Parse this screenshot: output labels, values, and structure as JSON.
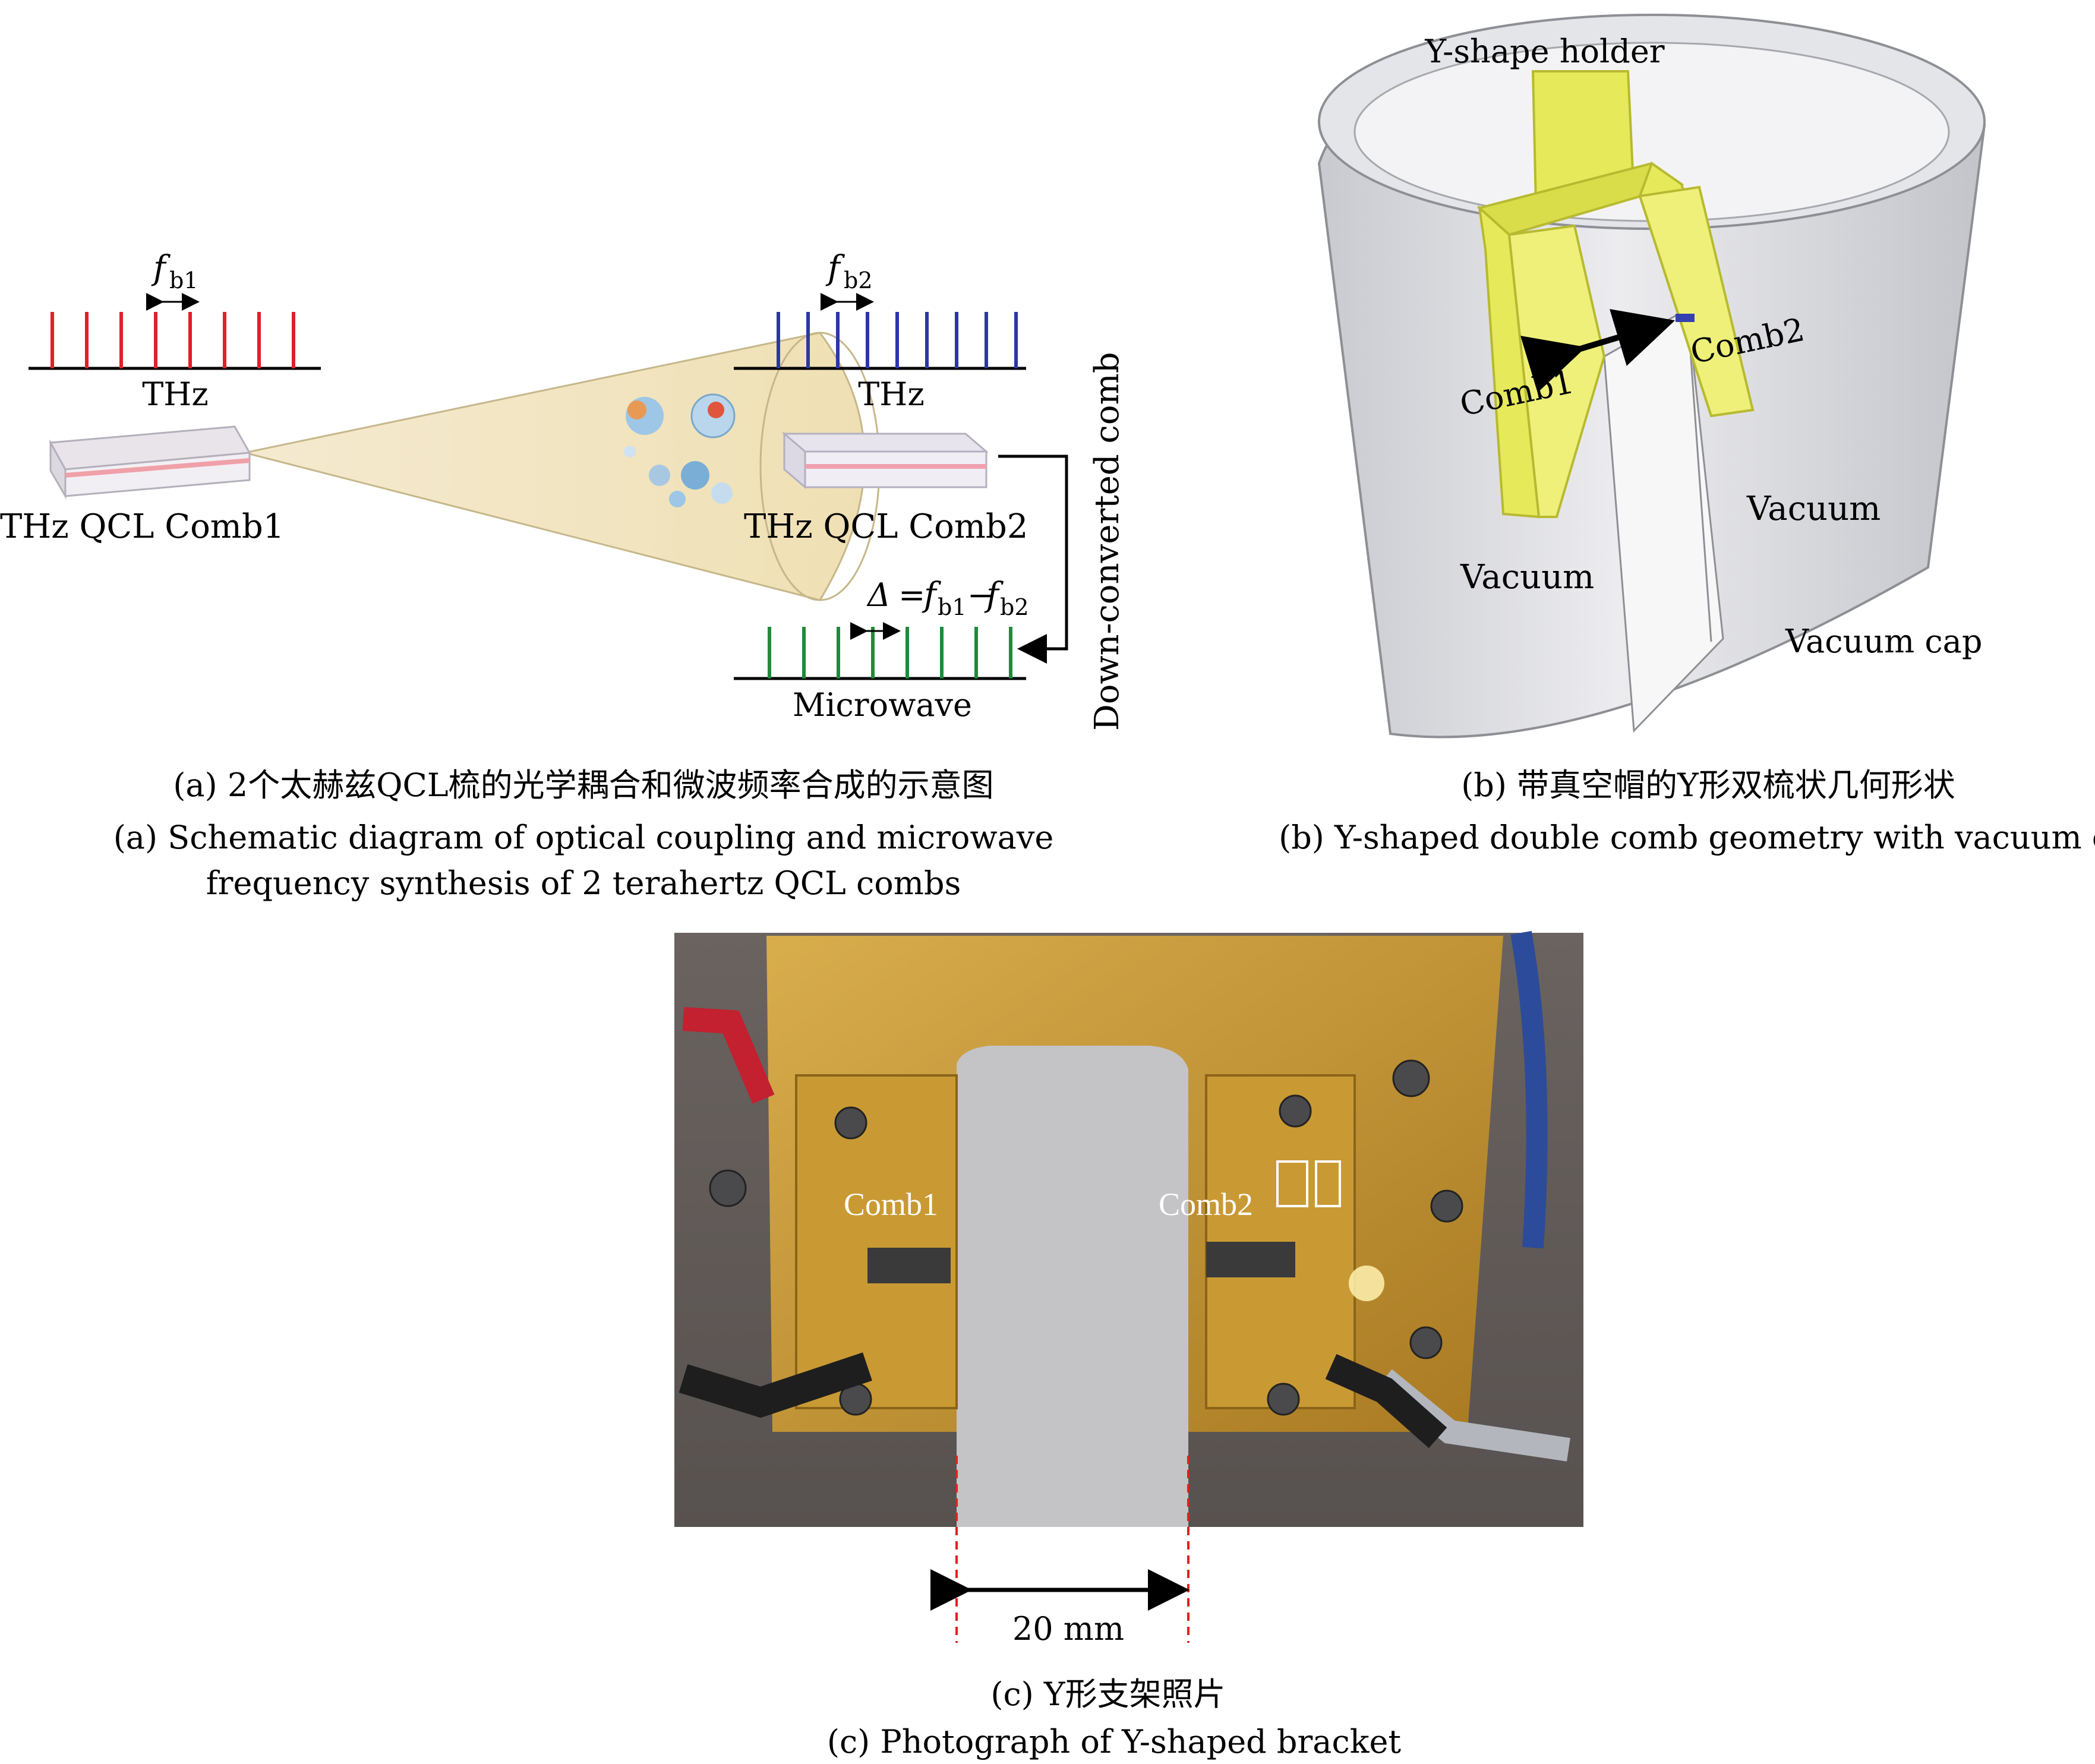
{
  "panel_a": {
    "fb1_main": "f",
    "fb1_sub": "b1",
    "fb2_main": "f",
    "fb2_sub": "b2",
    "thz_left": "THz",
    "thz_right": "THz",
    "comb1_label": "THz QCL Comb1",
    "comb2_label": "THz QCL Comb2",
    "downconverted_label": "Down-converted comb",
    "delta_symbol": "Δ",
    "delta_eq": " = ",
    "delta_f1": "f",
    "delta_sub1": "b1",
    "delta_minus": "−",
    "delta_f2": "f",
    "delta_sub2": "b2",
    "microwave_label": "Microwave",
    "caption_cn": "(a) 2个太赫兹QCL梳的光学耦合和微波频率合成的示意图",
    "caption_en_1": "(a) Schematic diagram of optical coupling and microwave",
    "caption_en_2": "frequency synthesis of 2 terahertz QCL combs",
    "colors": {
      "comb1": "#e0202a",
      "comb2": "#2b36a6",
      "microwave": "#1f8a3a"
    }
  },
  "panel_b": {
    "holder_label": "Y-shape holder",
    "comb1_label": "Comb1",
    "comb2_label": "Comb2",
    "vacuum_left": "Vacuum",
    "vacuum_right": "Vacuum",
    "cap_label": "Vacuum cap",
    "caption_cn": "(b) 带真空帽的Y形双梳状几何形状",
    "caption_en": "(b) Y-shaped double comb geometry with vacuum cap",
    "colors": {
      "holder": "#e6ea5a",
      "cap": "#d8d9dd"
    }
  },
  "panel_c": {
    "comb1_label": "Comb1",
    "comb2_label": "Comb2",
    "dimension_label": "20 mm",
    "caption_cn": "(c) Y形支架照片",
    "caption_en": "(c) Photograph of Y-shaped bracket",
    "colors": {
      "gold": "#c99a34",
      "marker": "#e02020"
    }
  }
}
